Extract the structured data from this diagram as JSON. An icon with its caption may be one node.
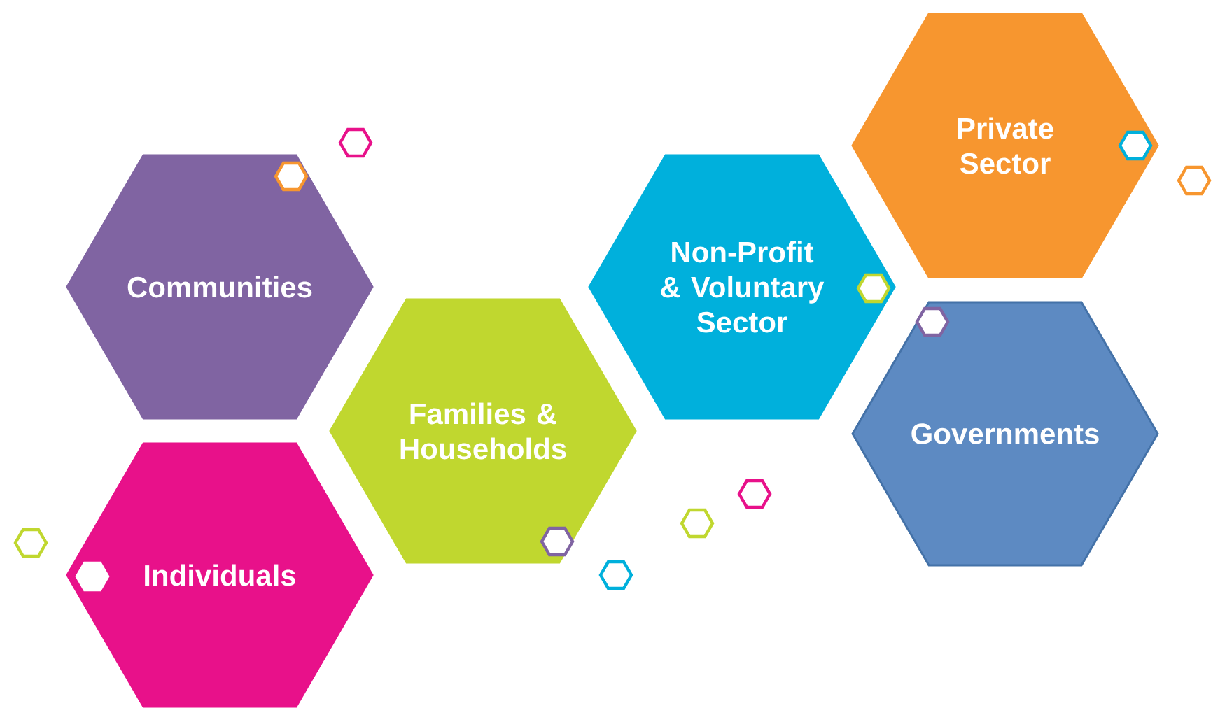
{
  "diagram": {
    "nodes": [
      {
        "text": [
          "Communities"
        ]
      },
      {
        "text": [
          "Individuals"
        ]
      },
      {
        "text": [
          "Families & Households"
        ]
      },
      {
        "text": [
          "Non-Profit & Voluntary Sector"
        ]
      },
      {
        "text": [
          "Private Sector"
        ]
      },
      {
        "text": [
          "Governments"
        ]
      }
    ]
  }
}
